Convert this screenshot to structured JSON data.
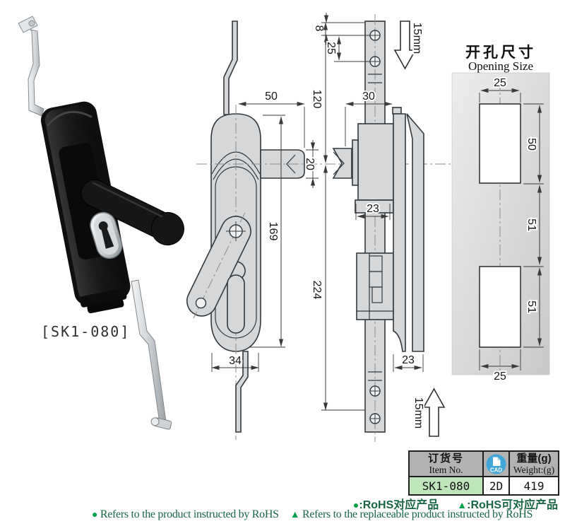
{
  "product": {
    "label": "[SK1-080]"
  },
  "front_view": {
    "dim_rod_offset": "50",
    "dim_tab_height": "20",
    "dim_body_length": "169",
    "dim_body_width": "34"
  },
  "side_view": {
    "dim_hole_offset": "8",
    "dim_hole_pitch": "25",
    "dim_upper": "120",
    "dim_total": "224",
    "dim_depth": "30",
    "dim_bracket": "23",
    "dim_plate": "23",
    "stroke_top": "15mm",
    "stroke_bottom": "15mm"
  },
  "opening_size": {
    "title_cn": "开孔尺寸",
    "title_en": "Opening Size",
    "dim_width_top": "25",
    "dim_cutout1_height": "50",
    "dim_gap": "51",
    "dim_cutout2_height": "51",
    "dim_width_bottom": "25"
  },
  "spec_table": {
    "item_header_cn": "订货号",
    "item_header_en": "Item No.",
    "cad_badge": "CAD",
    "weight_header_cn": "重量(g)",
    "weight_header_en": "Weight:(g)",
    "item_no": "SK1-080",
    "cad_type": "2D",
    "weight": "419"
  },
  "legend": {
    "cn_dot_symbol": "●",
    "cn_dot_text": ":RoHS对应产品",
    "cn_tri_symbol": "▲",
    "cn_tri_text": ":RoHS可对应产品",
    "en_dot_symbol": "●",
    "en_dot_text": "Refers to the product instructed by RoHS",
    "en_tri_symbol": "▲",
    "en_tri_text": "Refers to the replaceable product instructed by RoHS"
  },
  "colors": {
    "accent_green": "#00a14b",
    "legend_text": "#186645",
    "cad_blue": "#43a6d8",
    "row_highlight": "#bfe5bb",
    "drawing_fill": "#d5d7d8",
    "table_header": "#b2b2b2"
  }
}
